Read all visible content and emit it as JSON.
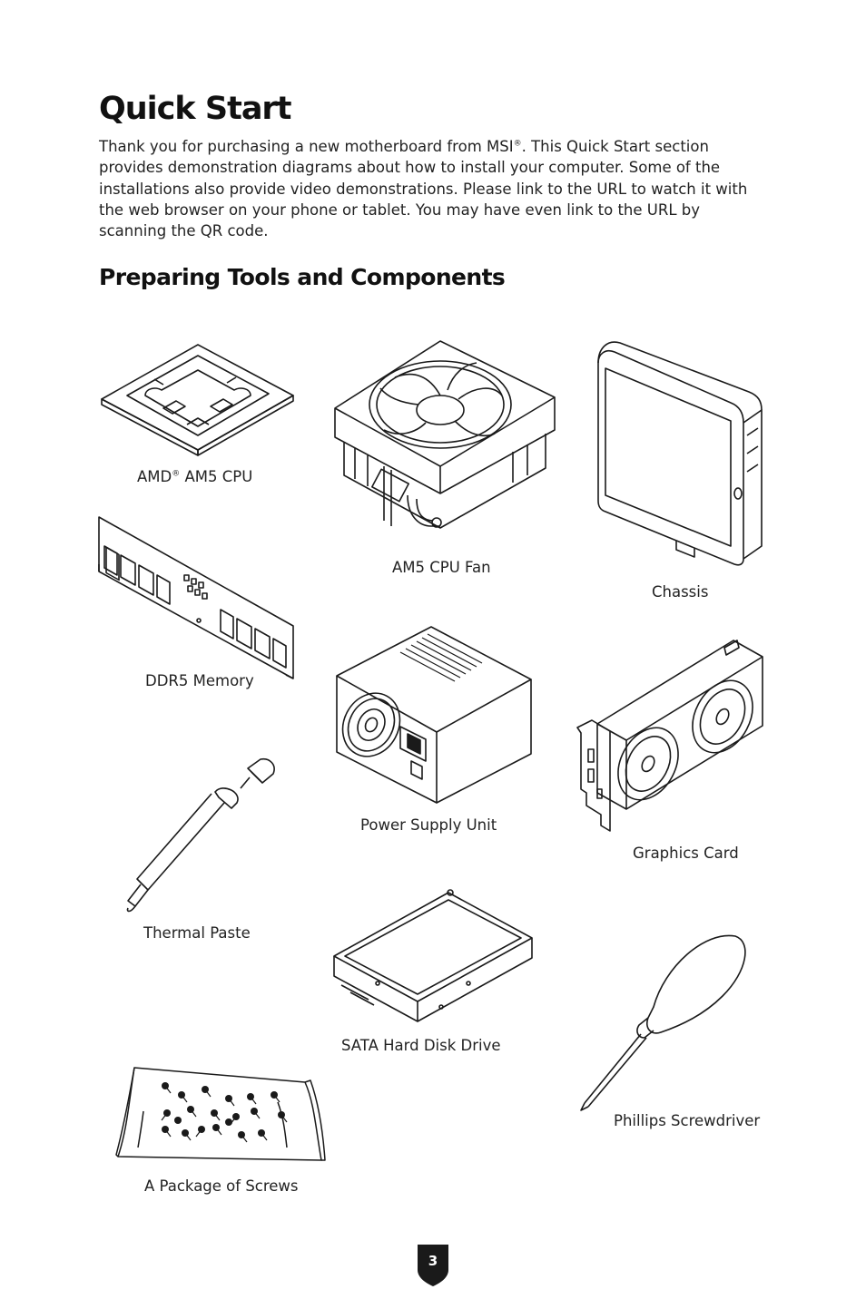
{
  "page": {
    "title": "Quick Start",
    "intro_pre": "Thank you for purchasing a new motherboard from MSI",
    "intro_reg": "®",
    "intro_post": ". This Quick Start section provides demonstration diagrams about how to install your computer. Some of the installations also provide video demonstrations. Please link to the URL to watch it with the web browser on your phone or tablet. You may have even link to the URL by scanning the QR code.",
    "section_title": "Preparing Tools and Components",
    "page_number": "3"
  },
  "components": {
    "cpu": {
      "label_a": "AMD",
      "label_reg": "®",
      "label_b": " AM5 CPU",
      "icon": "cpu-icon"
    },
    "cpu_fan": {
      "label": "AM5 CPU Fan",
      "icon": "cpu-fan-icon"
    },
    "chassis": {
      "label": "Chassis",
      "icon": "chassis-icon"
    },
    "memory": {
      "label": "DDR5 Memory",
      "icon": "memory-module-icon"
    },
    "psu": {
      "label": "Power Supply Unit",
      "icon": "power-supply-icon"
    },
    "gpu": {
      "label": "Graphics Card",
      "icon": "graphics-card-icon"
    },
    "paste": {
      "label": "Thermal Paste",
      "icon": "syringe-icon"
    },
    "hdd": {
      "label": "SATA Hard Disk Drive",
      "icon": "hard-disk-icon"
    },
    "screws": {
      "label": "A Package of Screws",
      "icon": "screws-package-icon"
    },
    "screwdriver": {
      "label": "Phillips Screwdriver",
      "icon": "screwdriver-icon"
    }
  },
  "colors": {
    "ink": "#1a1a1a",
    "badge": "#1a1a1a",
    "background": "#ffffff"
  }
}
